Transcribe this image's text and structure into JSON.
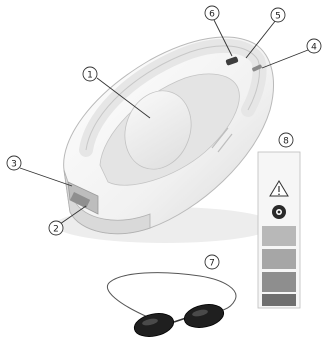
{
  "callouts": [
    {
      "id": "1",
      "label": "1"
    },
    {
      "id": "2",
      "label": "2"
    },
    {
      "id": "3",
      "label": "3"
    },
    {
      "id": "4",
      "label": "4"
    },
    {
      "id": "5",
      "label": "5"
    },
    {
      "id": "6",
      "label": "6"
    },
    {
      "id": "7",
      "label": "7"
    },
    {
      "id": "8",
      "label": "8"
    }
  ],
  "colors": {
    "device_body": "#f2f2f2",
    "device_shadow": "#d6d6d6",
    "device_outline": "#b9b9b9",
    "lens_dark": "#1f1f1f",
    "strip_gray": "#9a9a9a"
  },
  "icons": {
    "warning": "warning-triangle-icon",
    "eye_protection": "eye-protection-icon"
  }
}
